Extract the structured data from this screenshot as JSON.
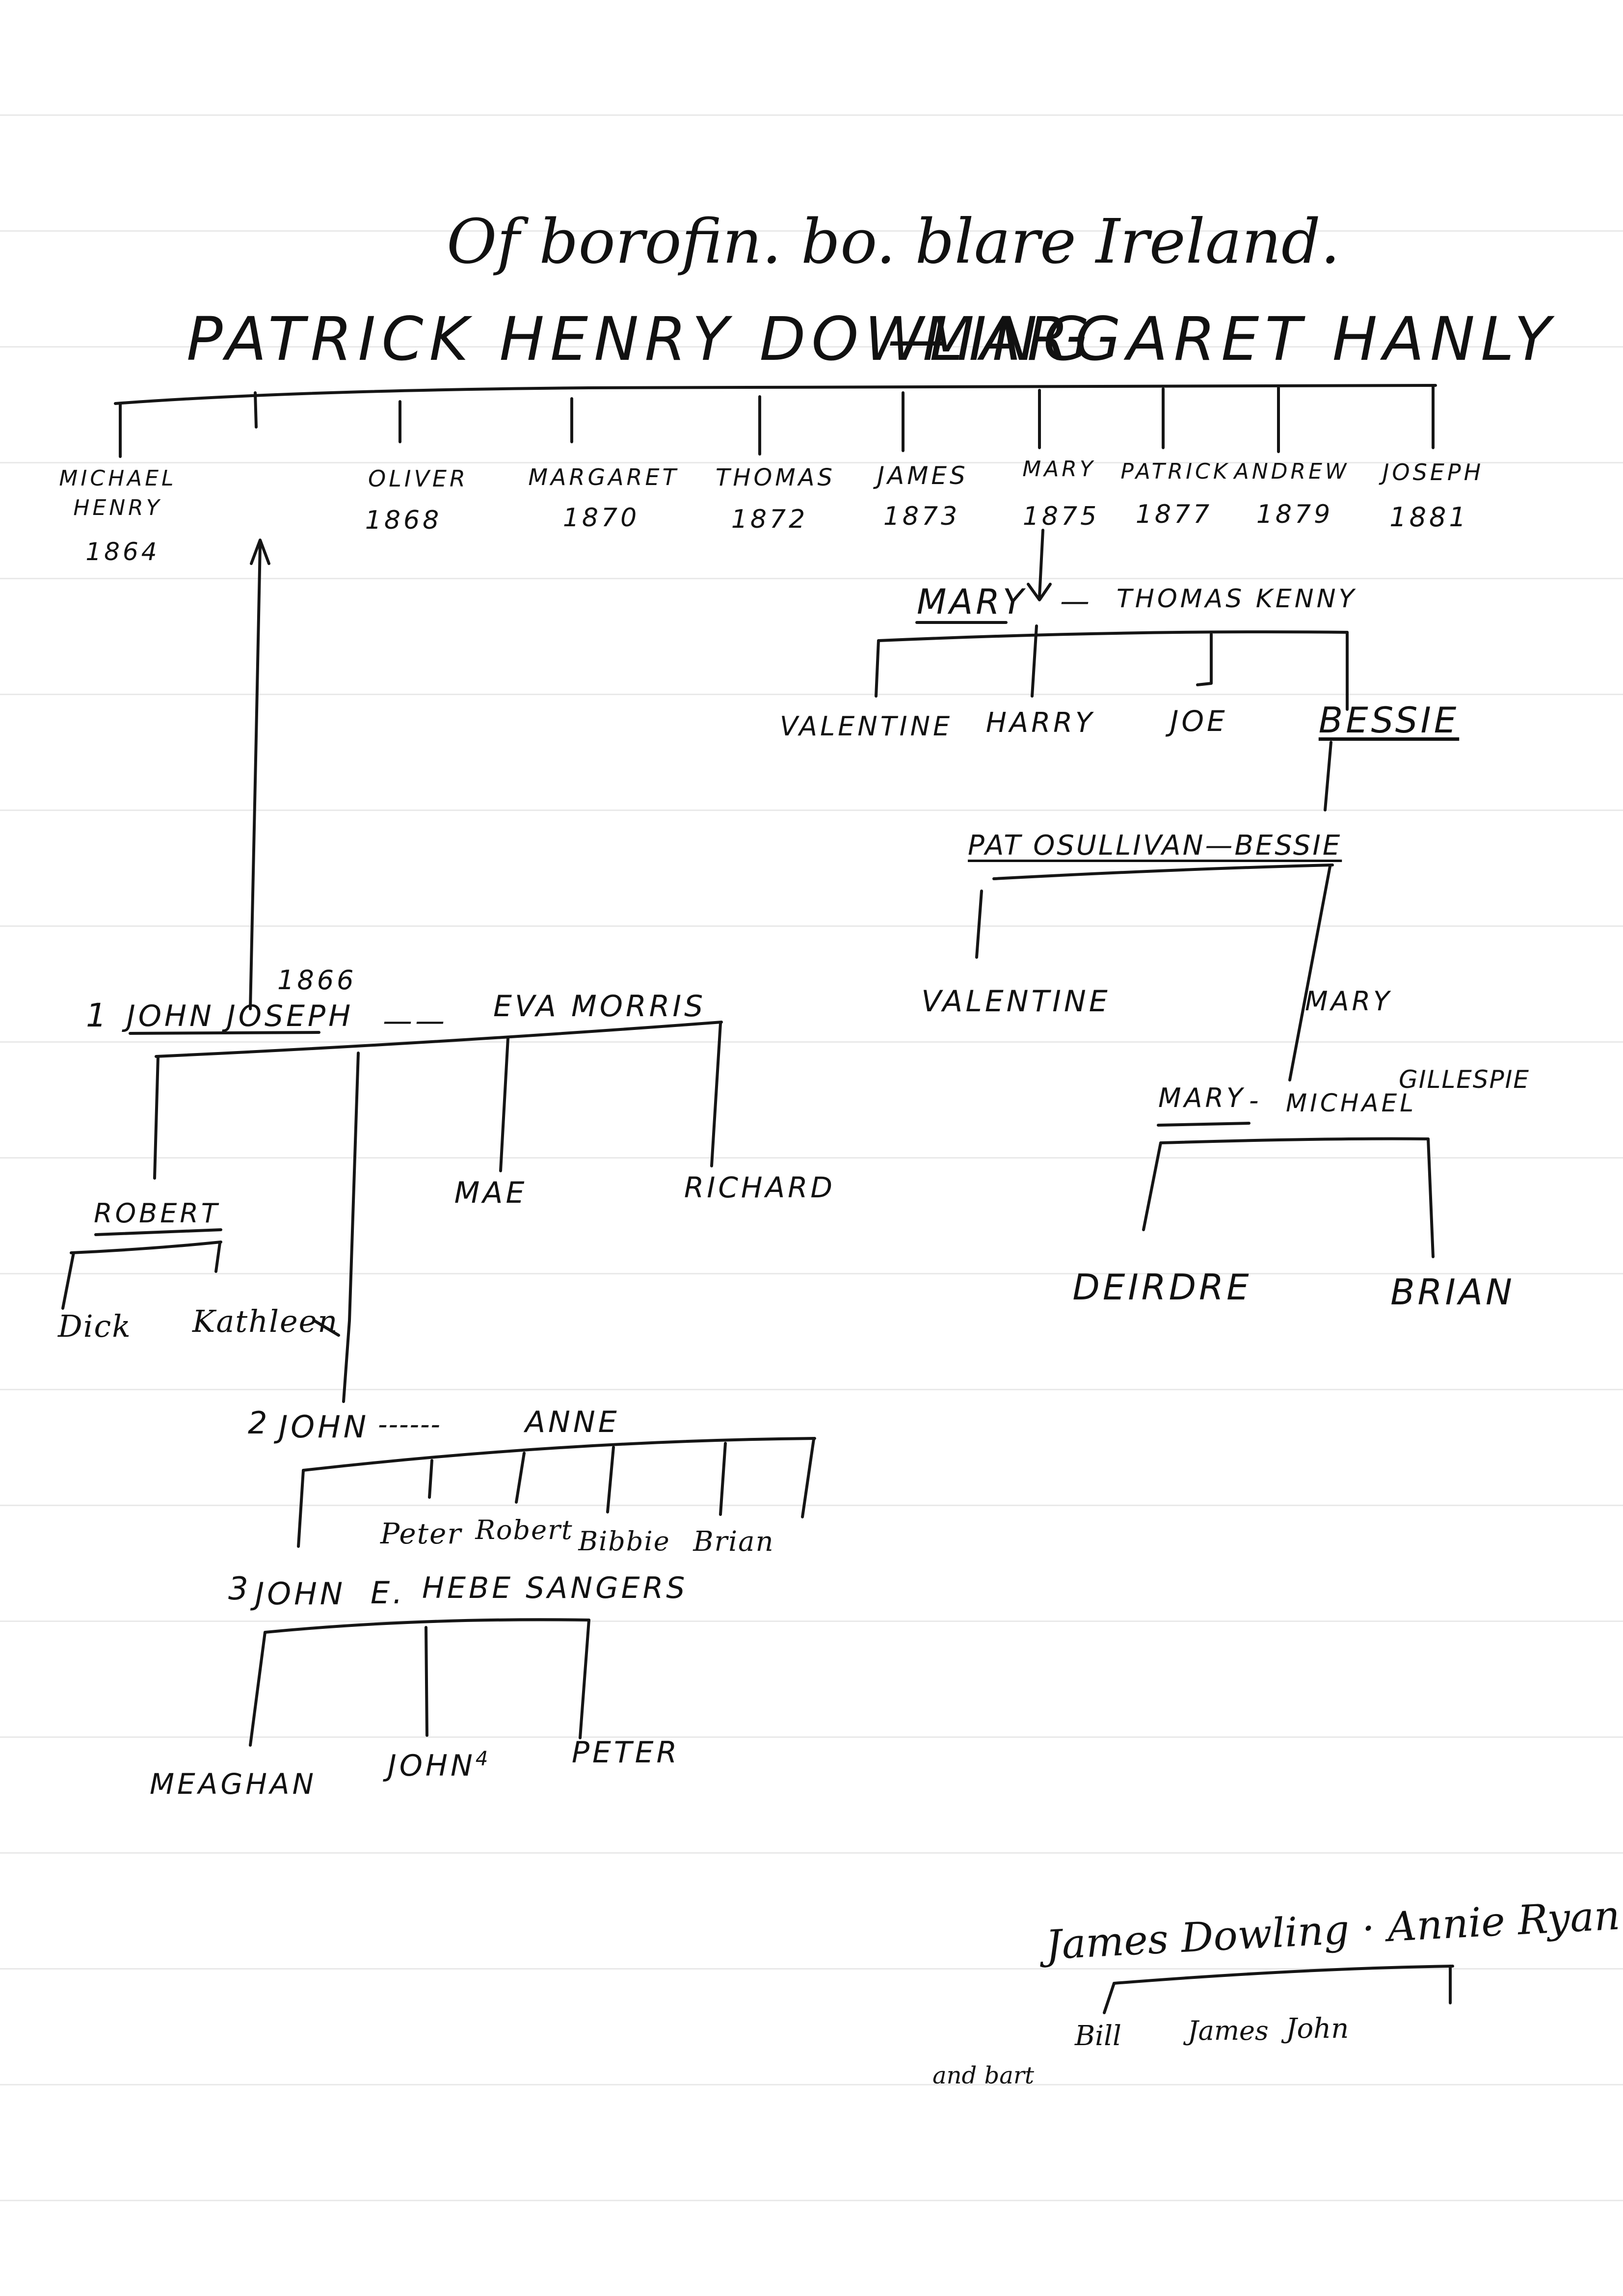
{
  "header": {
    "place": "Of borofin. bo. blare Ireland."
  },
  "couples": {
    "root": {
      "husband": "PATRICK HENRY DOWLING",
      "separator": "—",
      "wife": "MARGARET HANLY"
    },
    "kenny": {
      "left": "MARY",
      "separator": "—",
      "right": "THOMAS KENNY"
    },
    "osullivan": {
      "text": "PAT OSULLIVAN—BESSIE"
    },
    "gillespie": {
      "left": "MARY",
      "separator": "-",
      "right": "MICHAEL",
      "extra": "GILLESPIE"
    },
    "john1": {
      "prefix": "1",
      "husband": "JOHN JOSEPH",
      "year": "1866",
      "separator": "——",
      "wife": "EVA MORRIS"
    },
    "john2": {
      "prefix": "2",
      "husband": "JOHN",
      "separator": "------",
      "wife": "ANNE"
    },
    "john3": {
      "prefix": "3",
      "husband": "JOHN",
      "separator": "E.",
      "wife": "HEBE SANGERS"
    },
    "james": {
      "text": "James Dowling · Annie Ryan"
    }
  },
  "children": {
    "root": [
      {
        "name": "MICHAEL HENRY",
        "year": "1864"
      },
      {
        "name": "OLIVER",
        "year": "1868"
      },
      {
        "name": "MARGARET",
        "year": "1870"
      },
      {
        "name": "THOMAS",
        "year": "1872"
      },
      {
        "name": "JAMES",
        "year": "1873"
      },
      {
        "name": "MARY",
        "year": "1875"
      },
      {
        "name": "PATRICK",
        "year": "1877"
      },
      {
        "name": "ANDREW",
        "year": "1879"
      },
      {
        "name": "JOSEPH",
        "year": "1881"
      }
    ],
    "kenny": [
      "VALENTINE",
      "HARRY",
      "JOE",
      "BESSIE"
    ],
    "osullivan": [
      "VALENTINE",
      "MARY"
    ],
    "gillespie": [
      "DEIRDRE",
      "BRIAN"
    ],
    "john1": [
      "ROBERT",
      "MAE",
      "RICHARD"
    ],
    "robert": [
      "Dick",
      "Kathleen"
    ],
    "john2": [
      "Peter",
      "Robert",
      "Bibbie",
      "Brian"
    ],
    "john3": [
      "MEAGHAN",
      "JOHN",
      "PETER"
    ],
    "john3_superscript": "4",
    "james": [
      "Bill",
      "James",
      "John"
    ],
    "james_note": "and bart"
  }
}
